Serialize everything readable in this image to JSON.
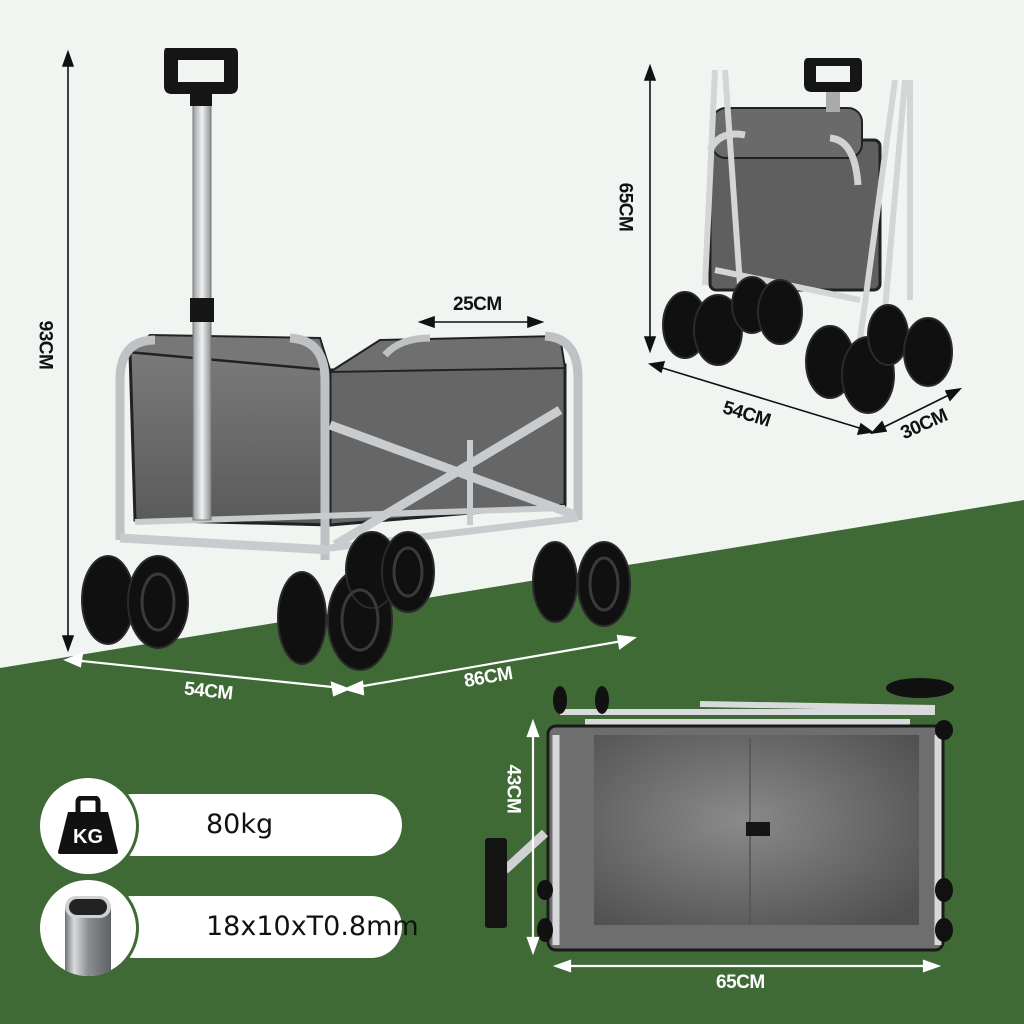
{
  "colors": {
    "background_light": "#f1f5f2",
    "background_green": "#3f6a36",
    "fabric_gray": "#6b6b6b",
    "frame_silver": "#c9ccce",
    "wheel_black": "#111111"
  },
  "main_view": {
    "height_label": "93CM",
    "side_pocket_label": "25CM",
    "width_label": "54CM",
    "length_label": "86CM"
  },
  "folded_view": {
    "height_label": "65CM",
    "width_label": "54CM",
    "depth_label": "30CM"
  },
  "top_view": {
    "inner_width_label": "43CM",
    "inner_length_label": "65CM"
  },
  "specs": [
    {
      "icon": "weight-kg-icon",
      "icon_text": "KG",
      "value": "80kg"
    },
    {
      "icon": "tube-profile-icon",
      "value": "18x10xT0.8mm"
    }
  ]
}
